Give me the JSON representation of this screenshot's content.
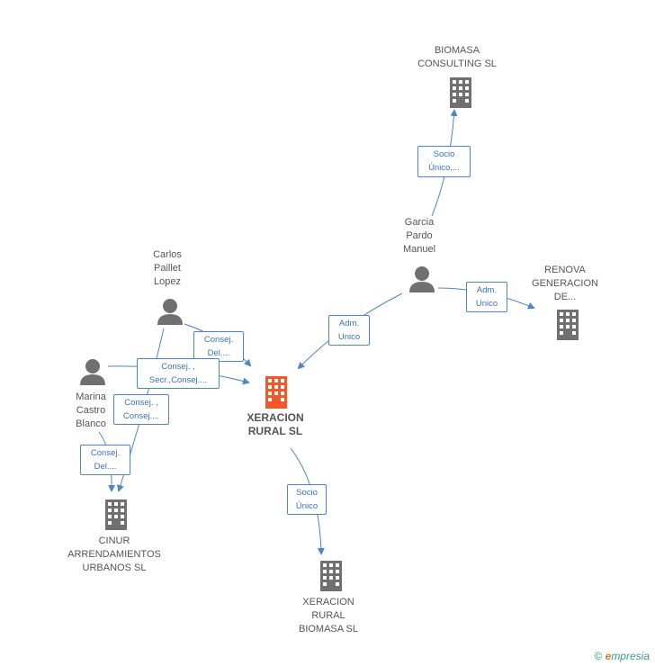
{
  "nodes": {
    "biomasa_consulting": "BIOMASA\nCONSULTING SL",
    "garcia": "Garcia\nPardo\nManuel",
    "renova": "RENOVA\nGENERACION\nDE...",
    "carlos": "Carlos\nPaillet\nLopez",
    "marina": "Marina\nCastro\nBlanco",
    "xeracion_rural": "XERACION\nRURAL SL",
    "cinur": "CINUR\nARRENDAMIENTOS\nURBANOS SL",
    "xeracion_biomasa": "XERACION\nRURAL\nBIOMASA SL"
  },
  "edges": {
    "socio_unico_top": "Socio\nÚnico,...",
    "adm_unico_renova": "Adm.\nUnico",
    "adm_unico_main": "Adm.\nUnico",
    "consej_del_carlos": "Consej.\nDel....",
    "consej_secr": "Consej. ,\nSecr.,Consej....",
    "consej_marina": "Consej. ,\nConsej....",
    "consej_del_cinur": "Consej.\nDel....",
    "socio_unico_bottom": "Socio\nÚnico"
  },
  "footer": {
    "copyright": "©",
    "brand_e": "e",
    "brand_rest": "mpresia"
  },
  "colors": {
    "edge": "#4a86c8",
    "company": "#707070",
    "main_company": "#f05a28",
    "person": "#707070"
  }
}
